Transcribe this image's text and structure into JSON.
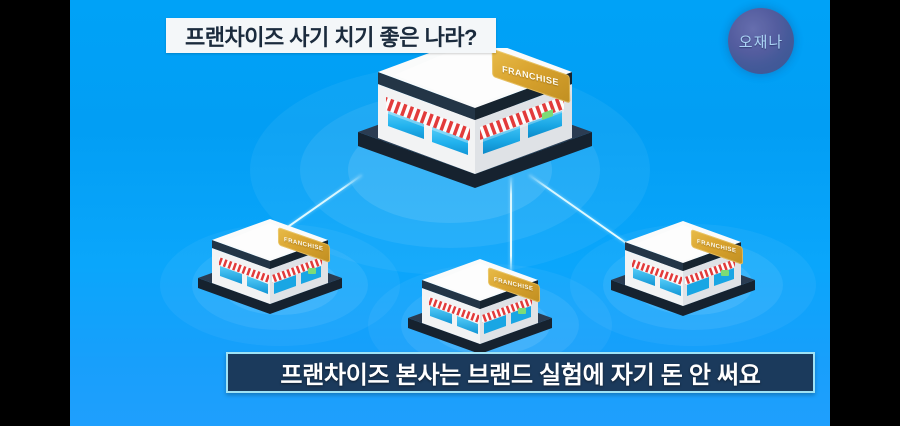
{
  "video": {
    "title_banner": {
      "text": "프랜차이즈 사기 치기 좋은 나라?"
    },
    "channel_logo": {
      "text": "오재나",
      "icon": "circle-logo-icon"
    },
    "caption": {
      "text": "프랜차이즈 본사는 브랜드 실험에 자기 돈 안 써요"
    },
    "colors": {
      "background_top": "#00a2f7",
      "background_bottom": "#1f9ffd",
      "letterbox": "#000000",
      "banner_bg": "#f4f7f9",
      "banner_text": "#1b2b3d",
      "caption_bg": "#1b3a5c",
      "caption_border": "#9fe2f5",
      "caption_text": "#ffffff",
      "logo_text": "#b9d8f5",
      "sign_gold": "#d9a32e",
      "awning_red": "#e23b3b",
      "window_blue": "#25b5f0",
      "roof_navy": "#203142"
    }
  },
  "illustration": {
    "description": "isometric franchise network diagram",
    "headquarters": {
      "name": "headquarters-store",
      "sign_text": "FRANCHISE"
    },
    "branches": [
      {
        "name": "branch-store-left",
        "sign_text": "FRANCHISE"
      },
      {
        "name": "branch-store-center",
        "sign_text": "FRANCHISE"
      },
      {
        "name": "branch-store-right",
        "sign_text": "FRANCHISE"
      }
    ],
    "connector_count": 3,
    "ripple_rings_per_store": 3
  }
}
